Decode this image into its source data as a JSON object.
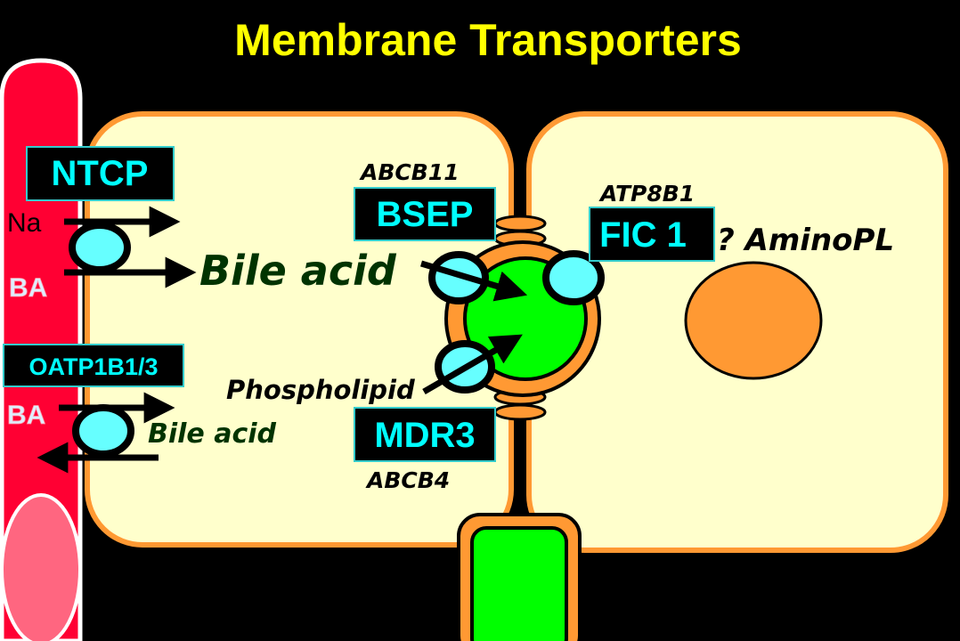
{
  "title": "Membrane Transporters",
  "labels": {
    "ntcp": "NTCP",
    "oatp": "OATP1B1/3",
    "bsep": "BSEP",
    "mdr3": "MDR3",
    "fic1": "FIC 1",
    "abcb11": "ABCB11",
    "abcb4": "ABCB4",
    "atp8b1": "ATP8B1",
    "na": "Na",
    "ba1": "BA",
    "ba2": "BA",
    "bile_acid_large": "Bile acid",
    "bile_acid_small": "Bile acid",
    "phospholipid": "Phospholipid",
    "aminopl": "? AminoPL"
  },
  "colors": {
    "title": "#FFFF00",
    "label": "#00FFFF",
    "cell": "#FFFFCC",
    "membrane": "#FF9933",
    "canaliculus": "#00FF00",
    "blood": "#FF0033",
    "transporter": "#66FFFF"
  }
}
